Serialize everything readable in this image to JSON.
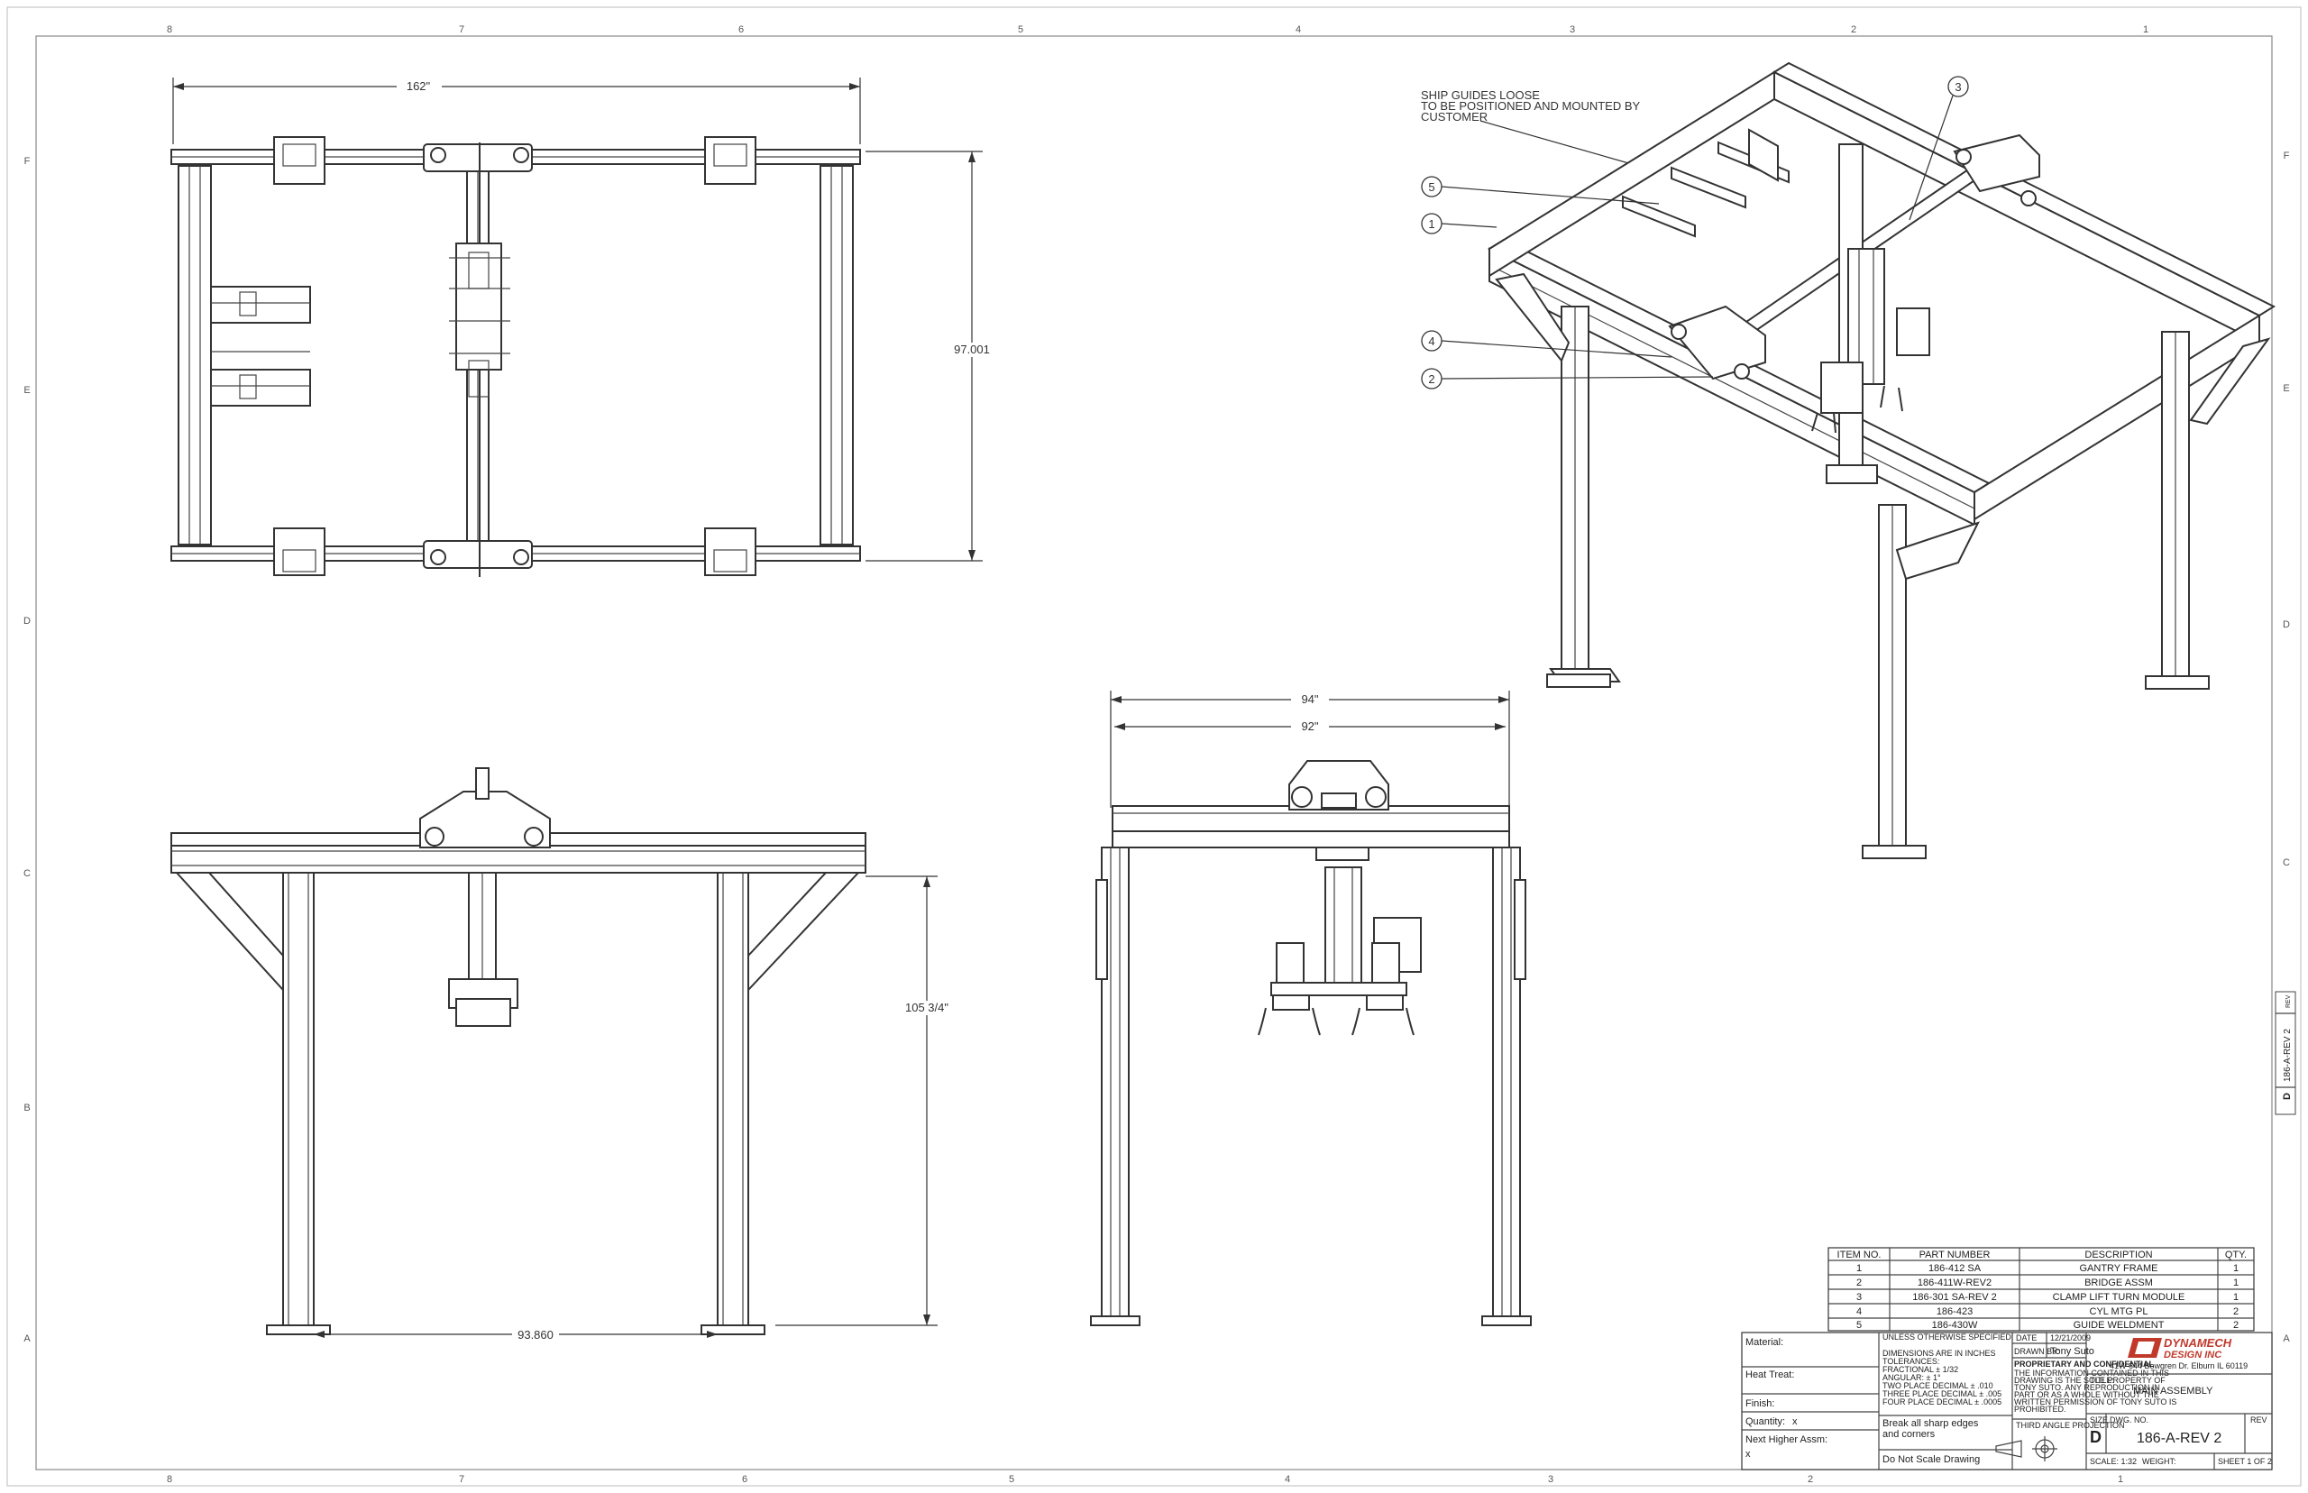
{
  "zone_numbers": [
    "8",
    "7",
    "6",
    "5",
    "4",
    "3",
    "2",
    "1"
  ],
  "zone_letters": [
    "F",
    "E",
    "D",
    "C",
    "B",
    "A"
  ],
  "top_view": {
    "dim_width": "162\"",
    "dim_height": "97.001"
  },
  "front_view": {
    "dim_height": "105 3/4\"",
    "dim_span": "93.860"
  },
  "side_view": {
    "dim_outer": "94\"",
    "dim_inner": "92\""
  },
  "iso_view": {
    "note": [
      "SHIP GUIDES LOOSE",
      "TO BE POSITIONED AND MOUNTED BY",
      "CUSTOMER"
    ],
    "balloons": [
      "5",
      "1",
      "4",
      "2",
      "3"
    ]
  },
  "bom": {
    "headers": [
      "ITEM NO.",
      "PART NUMBER",
      "DESCRIPTION",
      "QTY."
    ],
    "rows": [
      [
        "1",
        "186-412 SA",
        "GANTRY FRAME",
        "1"
      ],
      [
        "2",
        "186-411W-REV2",
        "BRIDGE ASSM",
        "1"
      ],
      [
        "3",
        "186-301 SA-REV 2",
        "CLAMP LIFT TURN MODULE",
        "1"
      ],
      [
        "4",
        "186-423",
        "CYL MTG PL",
        "2"
      ],
      [
        "5",
        "186-430W",
        "GUIDE WELDMENT",
        "2"
      ]
    ]
  },
  "title_block": {
    "material_label": "Material:",
    "heat_treat_label": "Heat Treat:",
    "finish_label": "Finish:",
    "quantity_label": "Quantity:",
    "quantity_value": "x",
    "next_higher_label": "Next Higher Assm:",
    "next_higher_value": "x",
    "tolerance_header": "UNLESS OTHERWISE SPECIFIED:",
    "tolerance_lines": [
      "DIMENSIONS ARE IN INCHES",
      "TOLERANCES:",
      "FRACTIONAL ± 1/32",
      "ANGULAR: ± 1°",
      "TWO PLACE DECIMAL   ± .010",
      "THREE PLACE DECIMAL  ± .005",
      "FOUR PLACE DECIMAL  ± .0005"
    ],
    "date_label": "DATE",
    "date_value": "12/21/2009",
    "drawn_by_label": "DRAWN BY:",
    "drawn_by_value": "Tony Suto",
    "proprietary_title": "PROPRIETARY AND CONFIDENTIAL",
    "proprietary_lines": [
      "THE INFORMATION CONTAINED IN THIS",
      "DRAWING IS THE SOLE PROPERTY OF",
      "TONY SUTO.  ANY REPRODUCTION IN",
      "PART OR AS A WHOLE WITHOUT THE",
      "WRITTEN PERMISSION OF TONY SUTO IS",
      "PROHIBITED."
    ],
    "break_edges": [
      "Break all sharp edges",
      "and corners"
    ],
    "do_not_scale": "Do Not Scale Drawing",
    "projection_label": "THIRD ANGLE PROJECTION",
    "company_line1": "DYNAMECH",
    "company_line2": "DESIGN INC",
    "company_address": "41W 644 Bowgren Dr. Elburn IL 60119",
    "title_label": "TITLE:",
    "title_value": "MAIN ASSEMBLY",
    "size_label": "SIZE",
    "size_value": "D",
    "dwg_no_label": "DWG.  NO.",
    "dwg_no_value": "186-A-REV 2",
    "rev_label": "REV",
    "scale_label": "SCALE: 1:32",
    "weight_label": "WEIGHT:",
    "sheet_label": "SHEET 1 OF 2"
  },
  "side_tab": {
    "size": "D",
    "dwg": "186-A-REV 2",
    "rev": "REV"
  },
  "colors": {
    "line": "#333333",
    "logo_red": "#c0392b"
  }
}
